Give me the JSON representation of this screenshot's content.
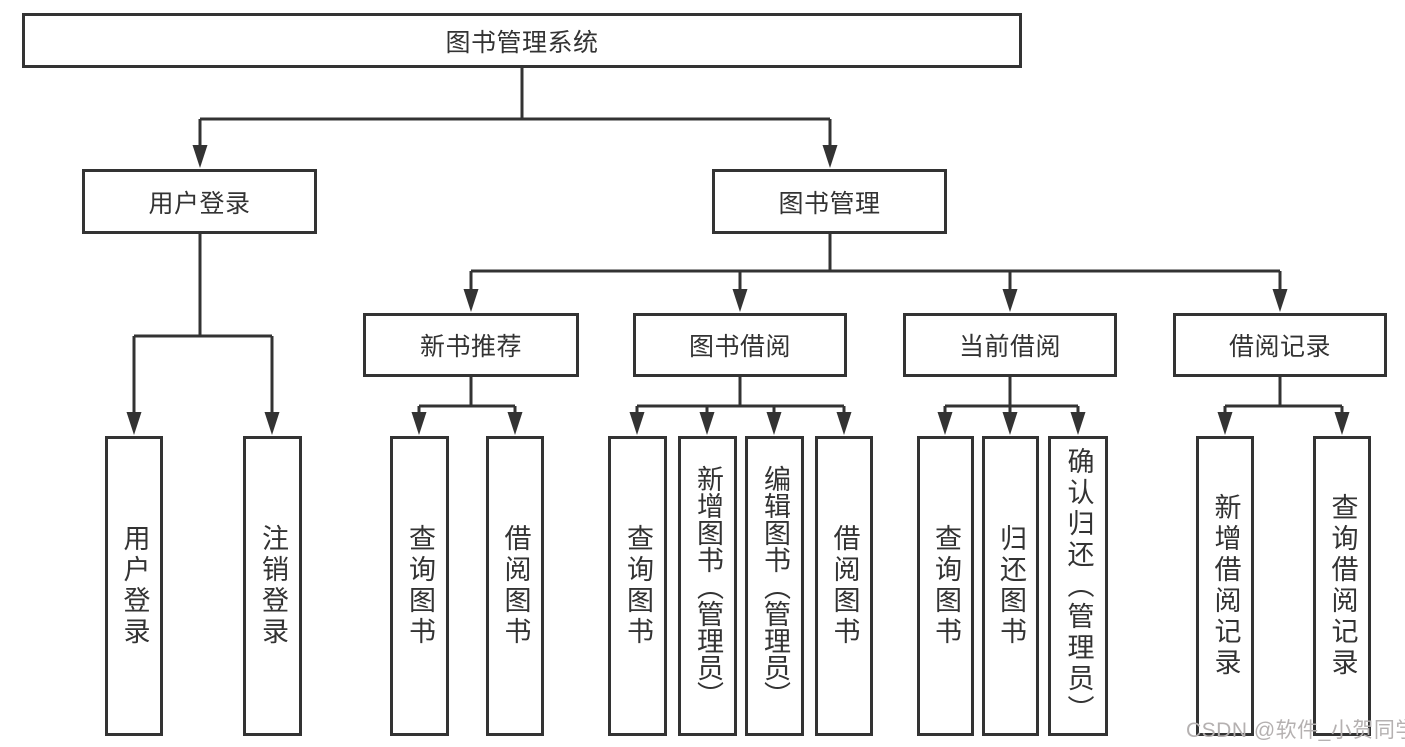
{
  "diagram": {
    "root": {
      "label": "图书管理系统"
    },
    "branches": [
      {
        "label": "用户登录"
      },
      {
        "label": "图书管理"
      }
    ],
    "sections": [
      {
        "label": "新书推荐"
      },
      {
        "label": "图书借阅"
      },
      {
        "label": "当前借阅"
      },
      {
        "label": "借阅记录"
      }
    ],
    "leaves": [
      {
        "label": "用户登录"
      },
      {
        "label": "注销登录"
      },
      {
        "label": "查询图书"
      },
      {
        "label": "借阅图书"
      },
      {
        "label": "查询图书"
      },
      {
        "label": "新增图书（管理员）"
      },
      {
        "label": "编辑图书（管理员）"
      },
      {
        "label": "借阅图书"
      },
      {
        "label": "查询图书"
      },
      {
        "label": "归还图书"
      },
      {
        "label": "确认归还（管理员）"
      },
      {
        "label": "新增借阅记录"
      },
      {
        "label": "查询借阅记录"
      }
    ],
    "watermark": "CSDN @软件_小贺同学",
    "colors": {
      "line": "#333333",
      "text": "#333333",
      "background": "#ffffff",
      "watermark": "#b5b1b1"
    }
  }
}
